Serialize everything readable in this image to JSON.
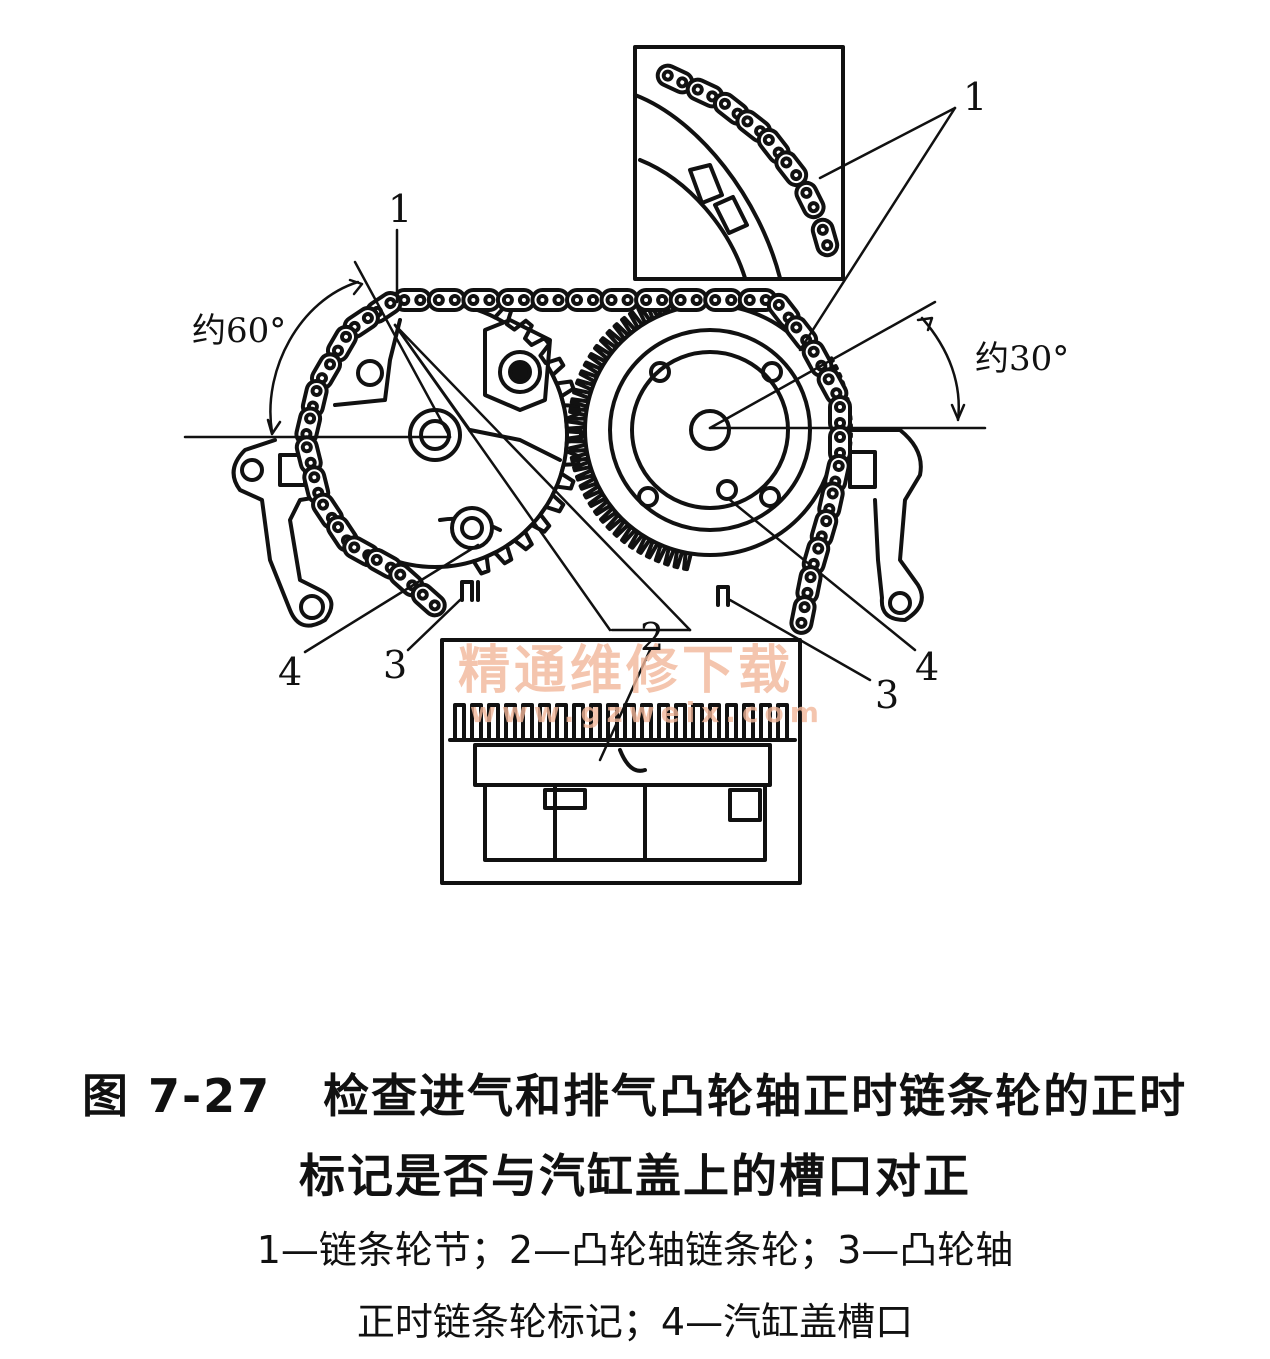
{
  "figure": {
    "callouts": {
      "inset_top": "1",
      "left_chain": "1",
      "center_sprocket": "2",
      "left_mark": "3",
      "right_mark": "3",
      "left_notch": "4",
      "right_notch": "4"
    },
    "angles": {
      "left": "约60°",
      "right": "约30°"
    },
    "watermark": {
      "line1": "精通维修下载",
      "line2": "www.gzweix.com"
    }
  },
  "caption": {
    "figure_number": "图 7-27",
    "title_line1": "检查进气和排气凸轮轴正时链条轮的正时",
    "title_line2": "标记是否与汽缸盖上的槽口对正",
    "legend_line1": "1—链条轮节；2—凸轮轴链条轮；3—凸轮轴",
    "legend_line2": "正时链条轮标记；4—汽缸盖槽口"
  }
}
